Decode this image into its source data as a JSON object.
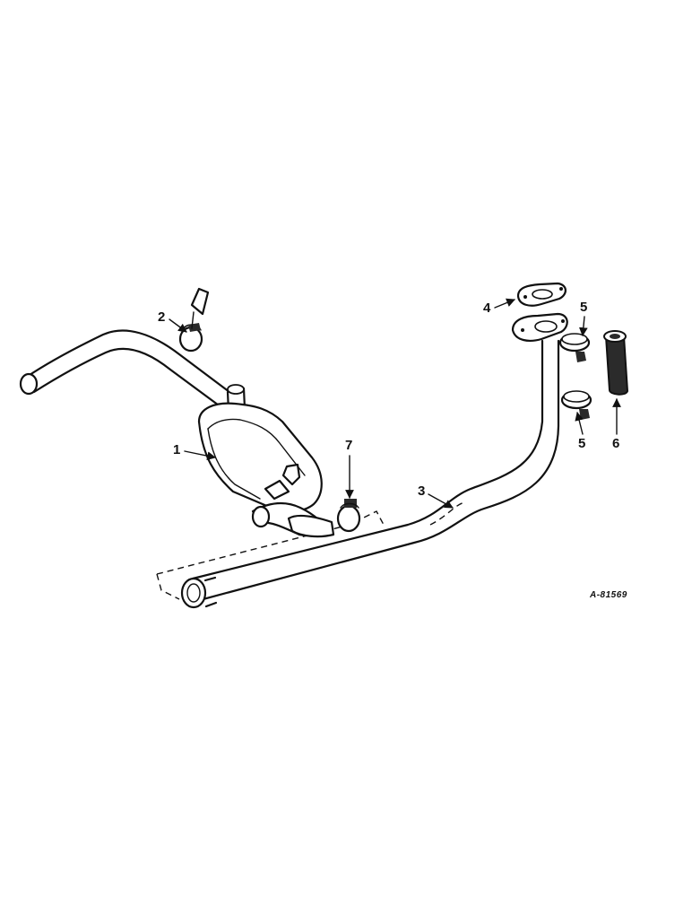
{
  "callouts": {
    "c1": "1",
    "c2": "2",
    "c3": "3",
    "c4": "4",
    "c5a": "5",
    "c5b": "5",
    "c6": "6",
    "c7": "7"
  },
  "drawing_code": "A-81569"
}
